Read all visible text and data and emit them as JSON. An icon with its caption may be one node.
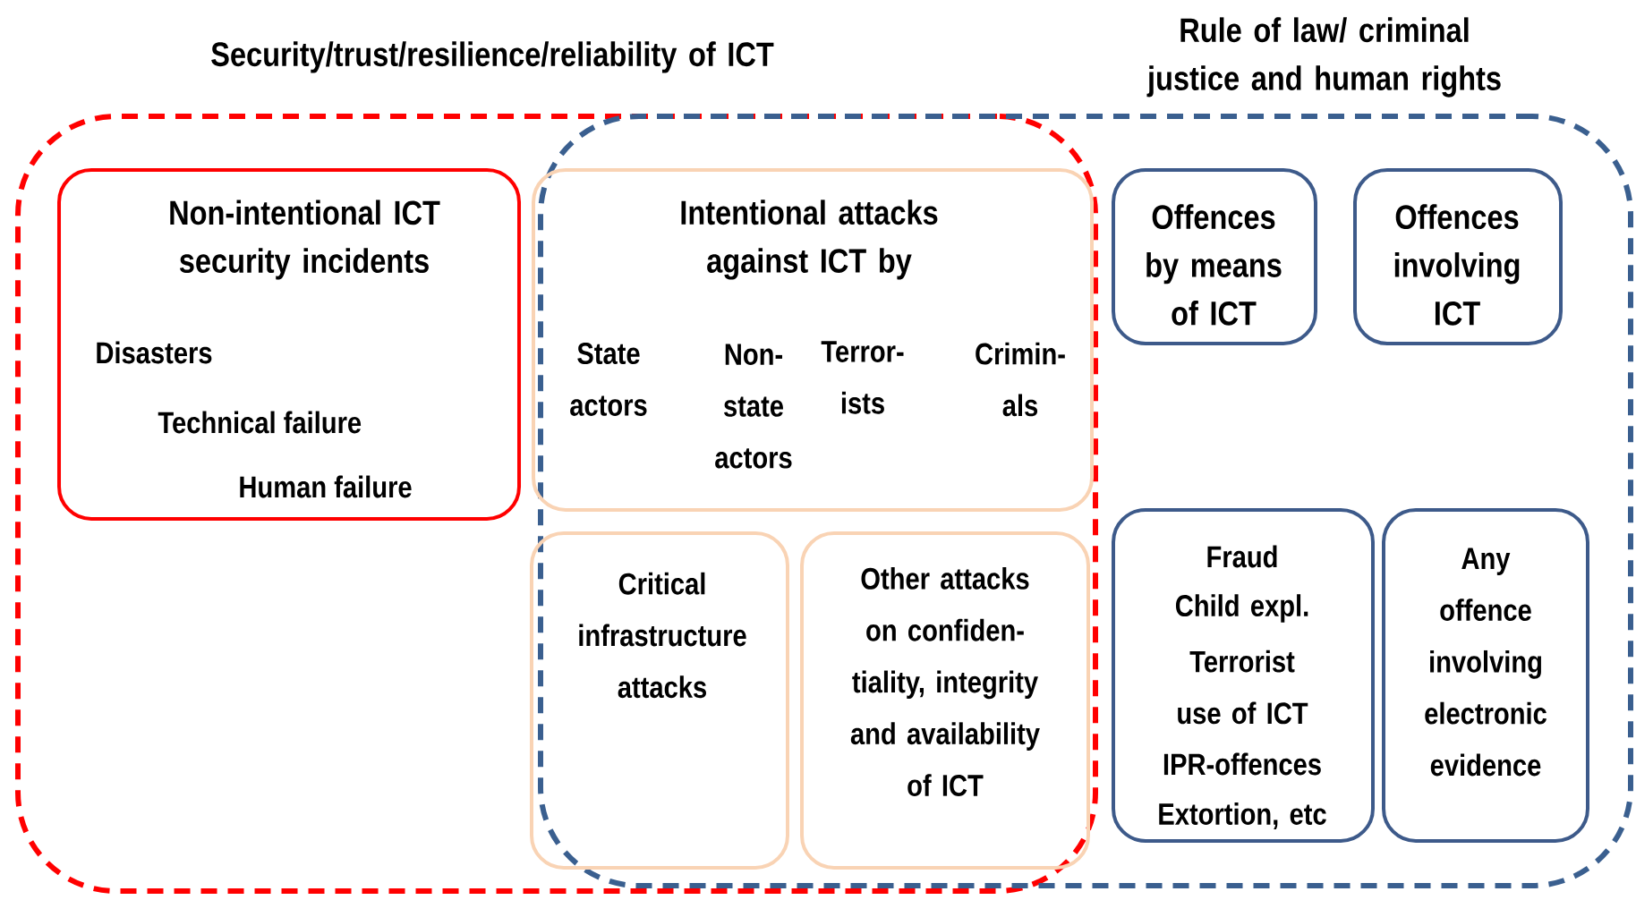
{
  "diagram": {
    "nodes": [
      {
        "text": [
          "Security/trust/resilience/reliability of ICT"
        ]
      },
      {
        "text": [
          "Rule of law/ criminal justice and human rights"
        ]
      },
      {
        "text": [
          "Non-intentional ICT security incidents",
          "Disasters",
          "Technical failure",
          "Human failure"
        ],
        "in": 0
      },
      {
        "text": [
          "Intentional attacks against ICT by",
          "State actors",
          "Non- state actors",
          "Terror- ists",
          "Crimin- als"
        ]
      },
      {
        "text": [
          "Critical infrastructure attacks"
        ]
      },
      {
        "text": [
          "Other attacks on confiden- tiality, integrity and availability of ICT"
        ]
      },
      {
        "text": [
          "Offences by means of ICT"
        ],
        "in": 1
      },
      {
        "text": [
          "Offences involving ICT"
        ],
        "in": 1
      },
      {
        "text": [
          "Fraud",
          "Child expl.",
          "Terrorist use of ICT",
          "IPR-offences",
          "Extortion, etc"
        ],
        "in": 1
      },
      {
        "text": [
          "Any offence involving electronic evidence"
        ],
        "in": 1
      }
    ]
  }
}
